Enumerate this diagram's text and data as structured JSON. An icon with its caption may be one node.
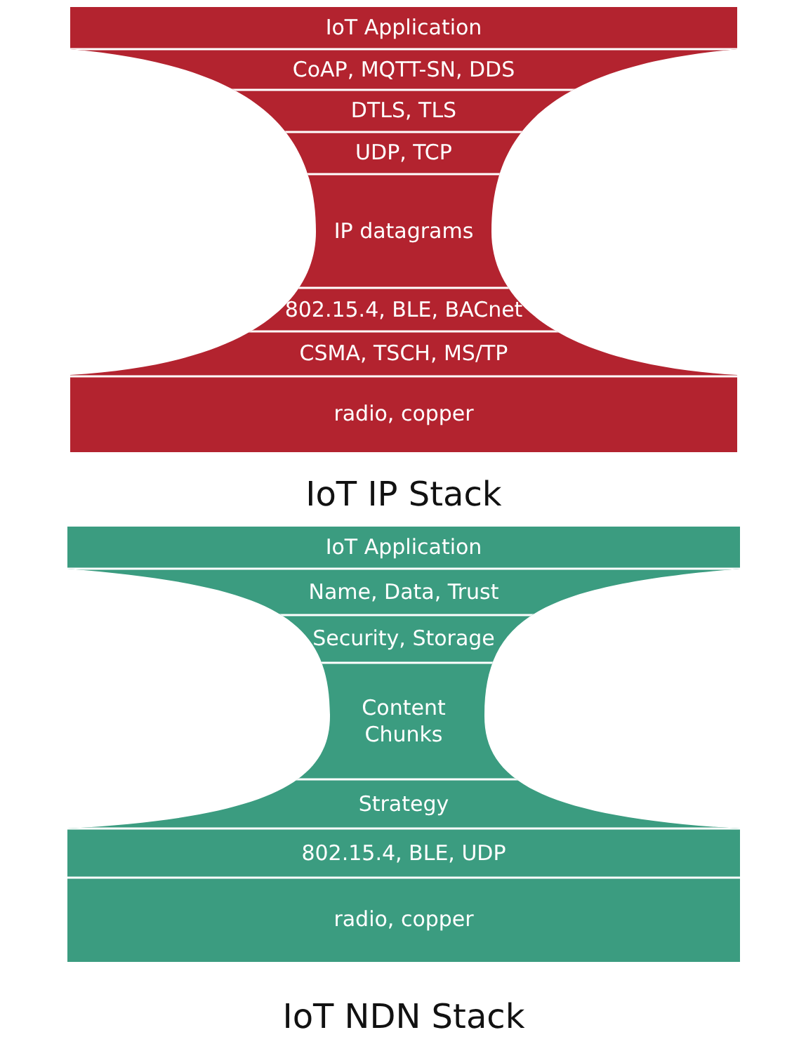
{
  "diagram": {
    "nodes": [
      {
        "text": [
          "IoT IP Stack"
        ]
      },
      {
        "text": [
          "IoT Application"
        ],
        "in": 0
      },
      {
        "text": [
          "CoAP, MQTT-SN, DDS"
        ],
        "in": 0
      },
      {
        "text": [
          "DTLS, TLS"
        ],
        "in": 0
      },
      {
        "text": [
          "UDP, TCP"
        ],
        "in": 0
      },
      {
        "text": [
          "IP datagrams"
        ],
        "in": 0
      },
      {
        "text": [
          "802.15.4, BLE, BACnet"
        ],
        "in": 0
      },
      {
        "text": [
          "CSMA, TSCH, MS/TP"
        ],
        "in": 0
      },
      {
        "text": [
          "radio, copper"
        ],
        "in": 0
      },
      {
        "text": [
          "IoT NDN Stack"
        ]
      },
      {
        "text": [
          "IoT Application"
        ],
        "in": 9
      },
      {
        "text": [
          "Name, Data, Trust"
        ],
        "in": 9
      },
      {
        "text": [
          "Security, Storage"
        ],
        "in": 9
      },
      {
        "text": [
          "Content Chunks"
        ],
        "in": 9
      },
      {
        "text": [
          "Strategy"
        ],
        "in": 9
      },
      {
        "text": [
          "802.15.4, BLE, UDP"
        ],
        "in": 9
      },
      {
        "text": [
          "radio, copper"
        ],
        "in": 9
      }
    ]
  }
}
